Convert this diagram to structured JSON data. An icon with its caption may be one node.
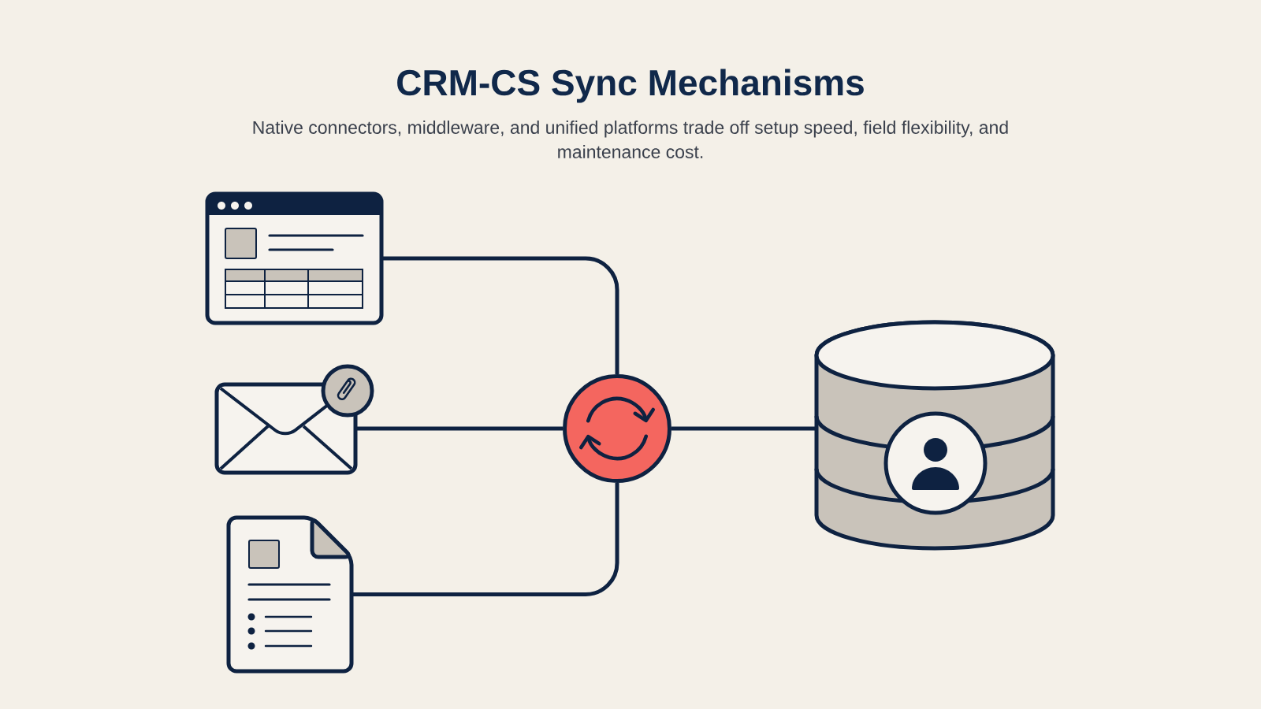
{
  "diagram": {
    "title": "CRM-CS Sync Mechanisms",
    "caption": "Native connectors, middleware, and unified platforms trade off setup speed, field flexibility, and maintenance cost.",
    "nodes": [
      {
        "text": [],
        "shape": "picture"
      },
      {
        "text": [],
        "shape": "picture"
      },
      {
        "text": [],
        "shape": "picture"
      },
      {
        "text": [],
        "shape": "circle"
      },
      {
        "text": [],
        "shape": "cylinder"
      }
    ],
    "edges": [
      {
        "from": 0,
        "to": 3,
        "arrow": "none"
      },
      {
        "from": 1,
        "to": 3,
        "arrow": "none"
      },
      {
        "from": 2,
        "to": 3,
        "arrow": "none"
      },
      {
        "from": 3,
        "to": 4,
        "arrow": "none"
      }
    ]
  }
}
